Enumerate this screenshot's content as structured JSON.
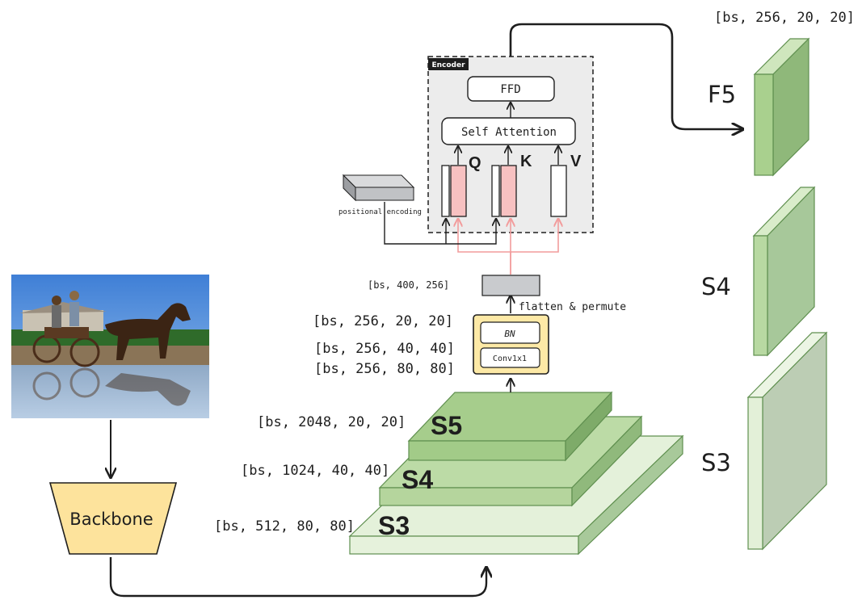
{
  "encoder": {
    "tag": "Encoder",
    "ffd": "FFD",
    "self_attention": "Self Attention",
    "q": "Q",
    "k": "K",
    "v": "V"
  },
  "positional_encoding": "positional encoding",
  "flatten_permute": "flatten & permute",
  "proj": {
    "bn": "BN",
    "conv": "Conv1x1"
  },
  "backbone": "Backbone",
  "pyramid": {
    "s5": "S5",
    "s4": "S4",
    "s3": "S3"
  },
  "outputs": {
    "f5": "F5",
    "s4": "S4",
    "s3": "S3"
  },
  "shapes": {
    "f5_out": "[bs, 256, 20, 20]",
    "flat": "[bs, 400, 256]",
    "proj_20": "[bs, 256, 20, 20]",
    "proj_40": "[bs, 256, 40, 40]",
    "proj_80": "[bs, 256, 80, 80]",
    "s5": "[bs, 2048, 20, 20]",
    "s4": "[bs, 1024, 40, 40]",
    "s3": "[bs, 512, 80, 80]"
  },
  "colors": {
    "green_front": "#b8d6a0",
    "green_top": "#cfe6bd",
    "green_side": "#8fb87a",
    "proj_fill": "#fde9a6",
    "backbone_fill": "#fde39c",
    "qk_pink": "#f7c1c1",
    "arrow_pink": "#f29c9c"
  }
}
